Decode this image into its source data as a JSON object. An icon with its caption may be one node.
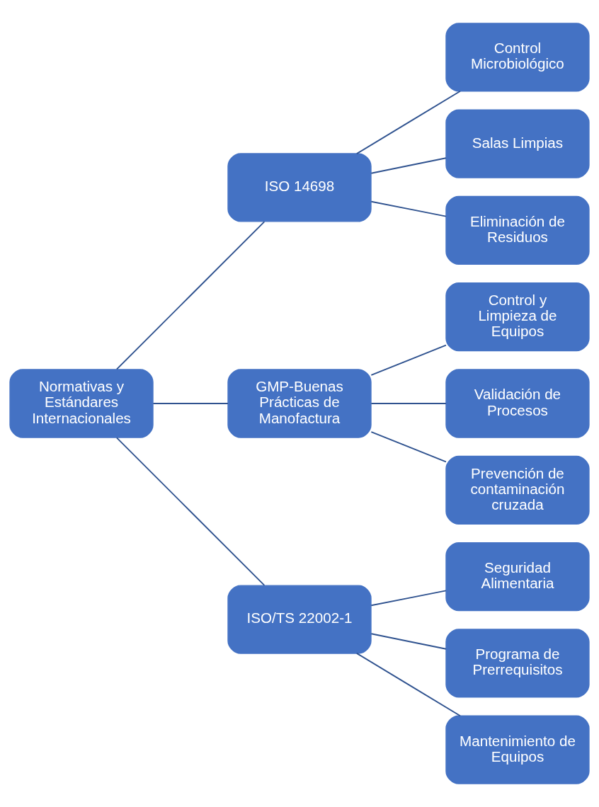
{
  "diagram": {
    "nodes": [
      {
        "text": [
          "Normativas y Estándares Internacionales"
        ]
      },
      {
        "text": [
          "ISO 14698"
        ]
      },
      {
        "text": [
          "Control Microbiológico"
        ]
      },
      {
        "text": [
          "Salas Limpias"
        ]
      },
      {
        "text": [
          "Eliminación de Residuos"
        ]
      },
      {
        "text": [
          "GMP-Buenas Prácticas de Manofactura"
        ]
      },
      {
        "text": [
          "Control y Limpieza de Equipos"
        ]
      },
      {
        "text": [
          "Validación de Procesos"
        ]
      },
      {
        "text": [
          "Prevención de contaminación cruzada"
        ]
      },
      {
        "text": [
          "ISO/TS 22002-1"
        ]
      },
      {
        "text": [
          "Seguridad Alimentaria"
        ]
      },
      {
        "text": [
          "Programa de Prerrequisitos"
        ]
      },
      {
        "text": [
          "Mantenimiento de Equipos"
        ]
      }
    ],
    "edges": [
      {
        "from": 0,
        "to": 1,
        "arrow": "none"
      },
      {
        "from": 0,
        "to": 5,
        "arrow": "none"
      },
      {
        "from": 0,
        "to": 9,
        "arrow": "none"
      },
      {
        "from": 1,
        "to": 2,
        "arrow": "none"
      },
      {
        "from": 1,
        "to": 3,
        "arrow": "none"
      },
      {
        "from": 1,
        "to": 4,
        "arrow": "none"
      },
      {
        "from": 5,
        "to": 6,
        "arrow": "none"
      },
      {
        "from": 5,
        "to": 7,
        "arrow": "none"
      },
      {
        "from": 5,
        "to": 8,
        "arrow": "none"
      },
      {
        "from": 9,
        "to": 10,
        "arrow": "none"
      },
      {
        "from": 9,
        "to": 11,
        "arrow": "none"
      },
      {
        "from": 9,
        "to": 12,
        "arrow": "none"
      }
    ]
  }
}
